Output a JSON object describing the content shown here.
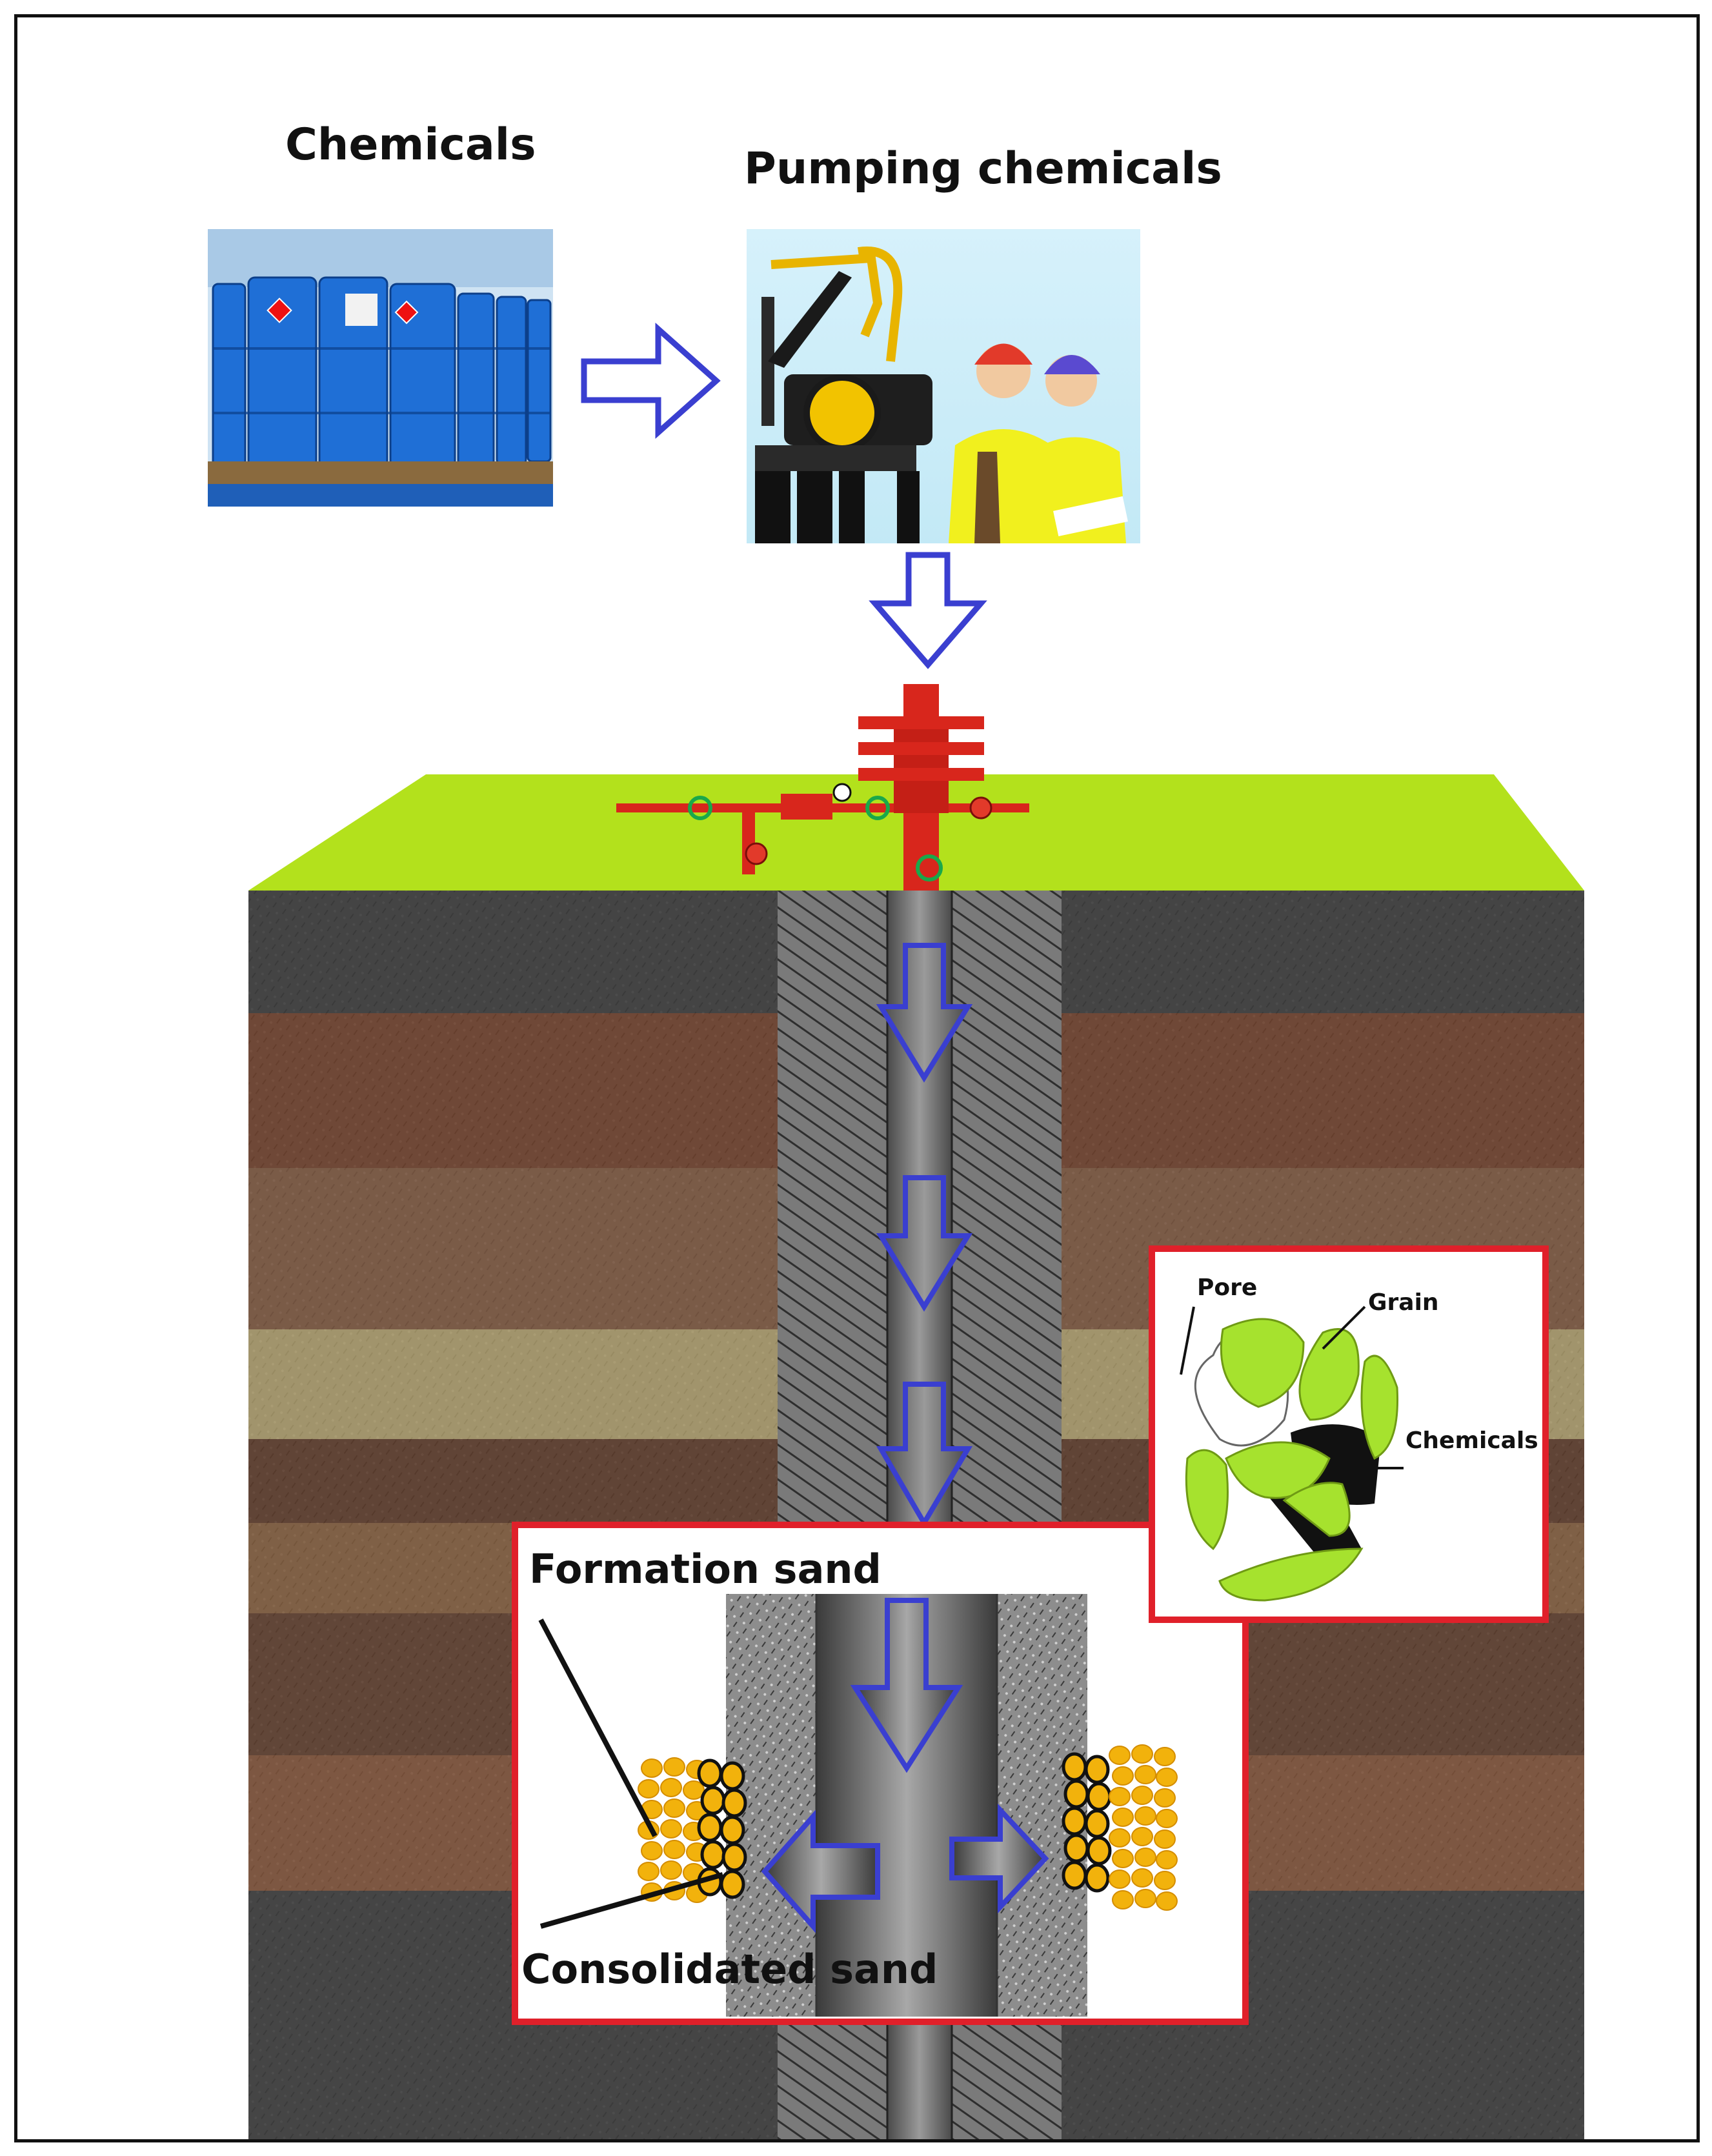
{
  "labels": {
    "chemicals": "Chemicals",
    "pumping": "Pumping chemicals",
    "formation_sand": "Formation sand",
    "consolidated_sand": "Consolidated sand",
    "pore": "Pore",
    "grain": "Grain",
    "inset_chemicals": "Chemicals"
  },
  "colors": {
    "arrow_blue": "#3a3fd0",
    "ground_green": "#b3e11c",
    "wellhead_red": "#d8261c",
    "inset_border": "#e0202a",
    "sand_yellow": "#f2b20c",
    "grain_green": "#a6e22e",
    "drum_blue": "#1f6fd6"
  },
  "icons": [
    "chemical-drums-photo",
    "pump-jack-workers-illustration",
    "wellhead-valve-tree",
    "flow-arrow"
  ]
}
